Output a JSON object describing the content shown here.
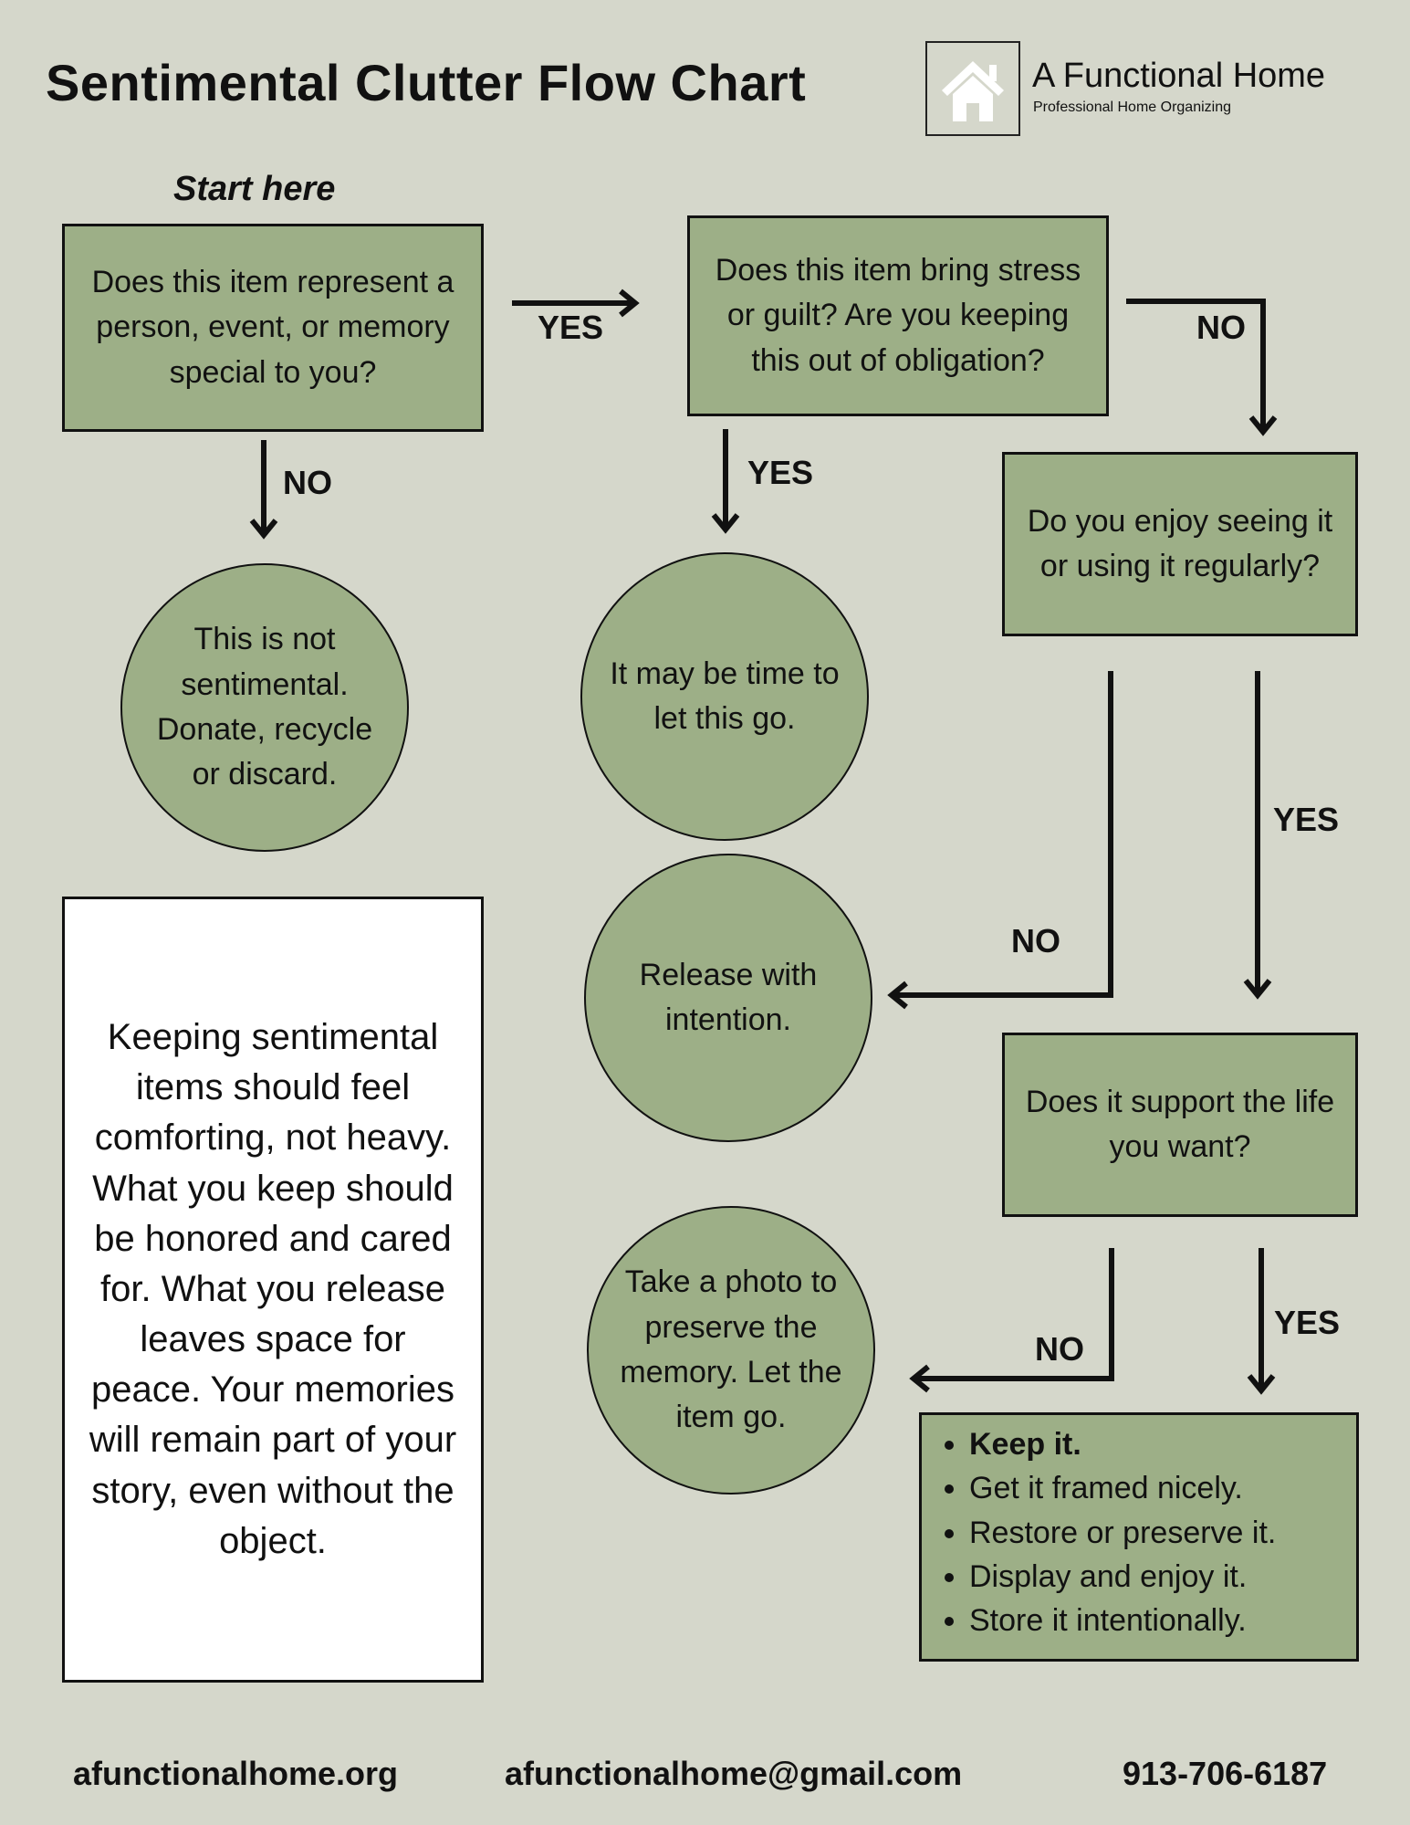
{
  "header": {
    "title": "Sentimental Clutter Flow Chart",
    "logo_name": "A Functional Home",
    "logo_tagline": "Professional Home Organizing",
    "logo_icon": "house-icon"
  },
  "start_label": "Start here",
  "nodes": {
    "q1": "Does this item represent a person, event, or memory special to you?",
    "q2": "Does this item bring stress or guilt? Are you keeping this out of obligation?",
    "q3": "Do you enjoy seeing it or using it regularly?",
    "q4": "Does it support the life you want?",
    "not_sentimental": "This is not sentimental. Donate, recycle or discard.",
    "let_go": "It may be time to let this go.",
    "release": "Release with intention.",
    "photo": "Take a photo to preserve the memory. Let the item go."
  },
  "keep_list": [
    "Keep it.",
    "Get it framed nicely.",
    "Restore or preserve it.",
    "Display and enjoy it.",
    "Store it intentionally."
  ],
  "edge_labels": {
    "q1_yes": "YES",
    "q1_no": "NO",
    "q2_yes": "YES",
    "q2_no": "NO",
    "q3_no": "NO",
    "q3_yes": "YES",
    "q4_no": "NO",
    "q4_yes": "YES"
  },
  "note": "Keeping sentimental items should feel comforting, not heavy. What you keep should be honored and cared for. What you release leaves space for peace. Your memories will remain part of your story, even without the object.",
  "footer": {
    "website": "afunctionalhome.org",
    "email": "afunctionalhome@gmail.com",
    "phone": "913-706-6187"
  },
  "colors": {
    "background": "#d5d7cb",
    "node_fill": "#9daf87",
    "note_fill": "#ffffff",
    "ink": "#111111"
  }
}
